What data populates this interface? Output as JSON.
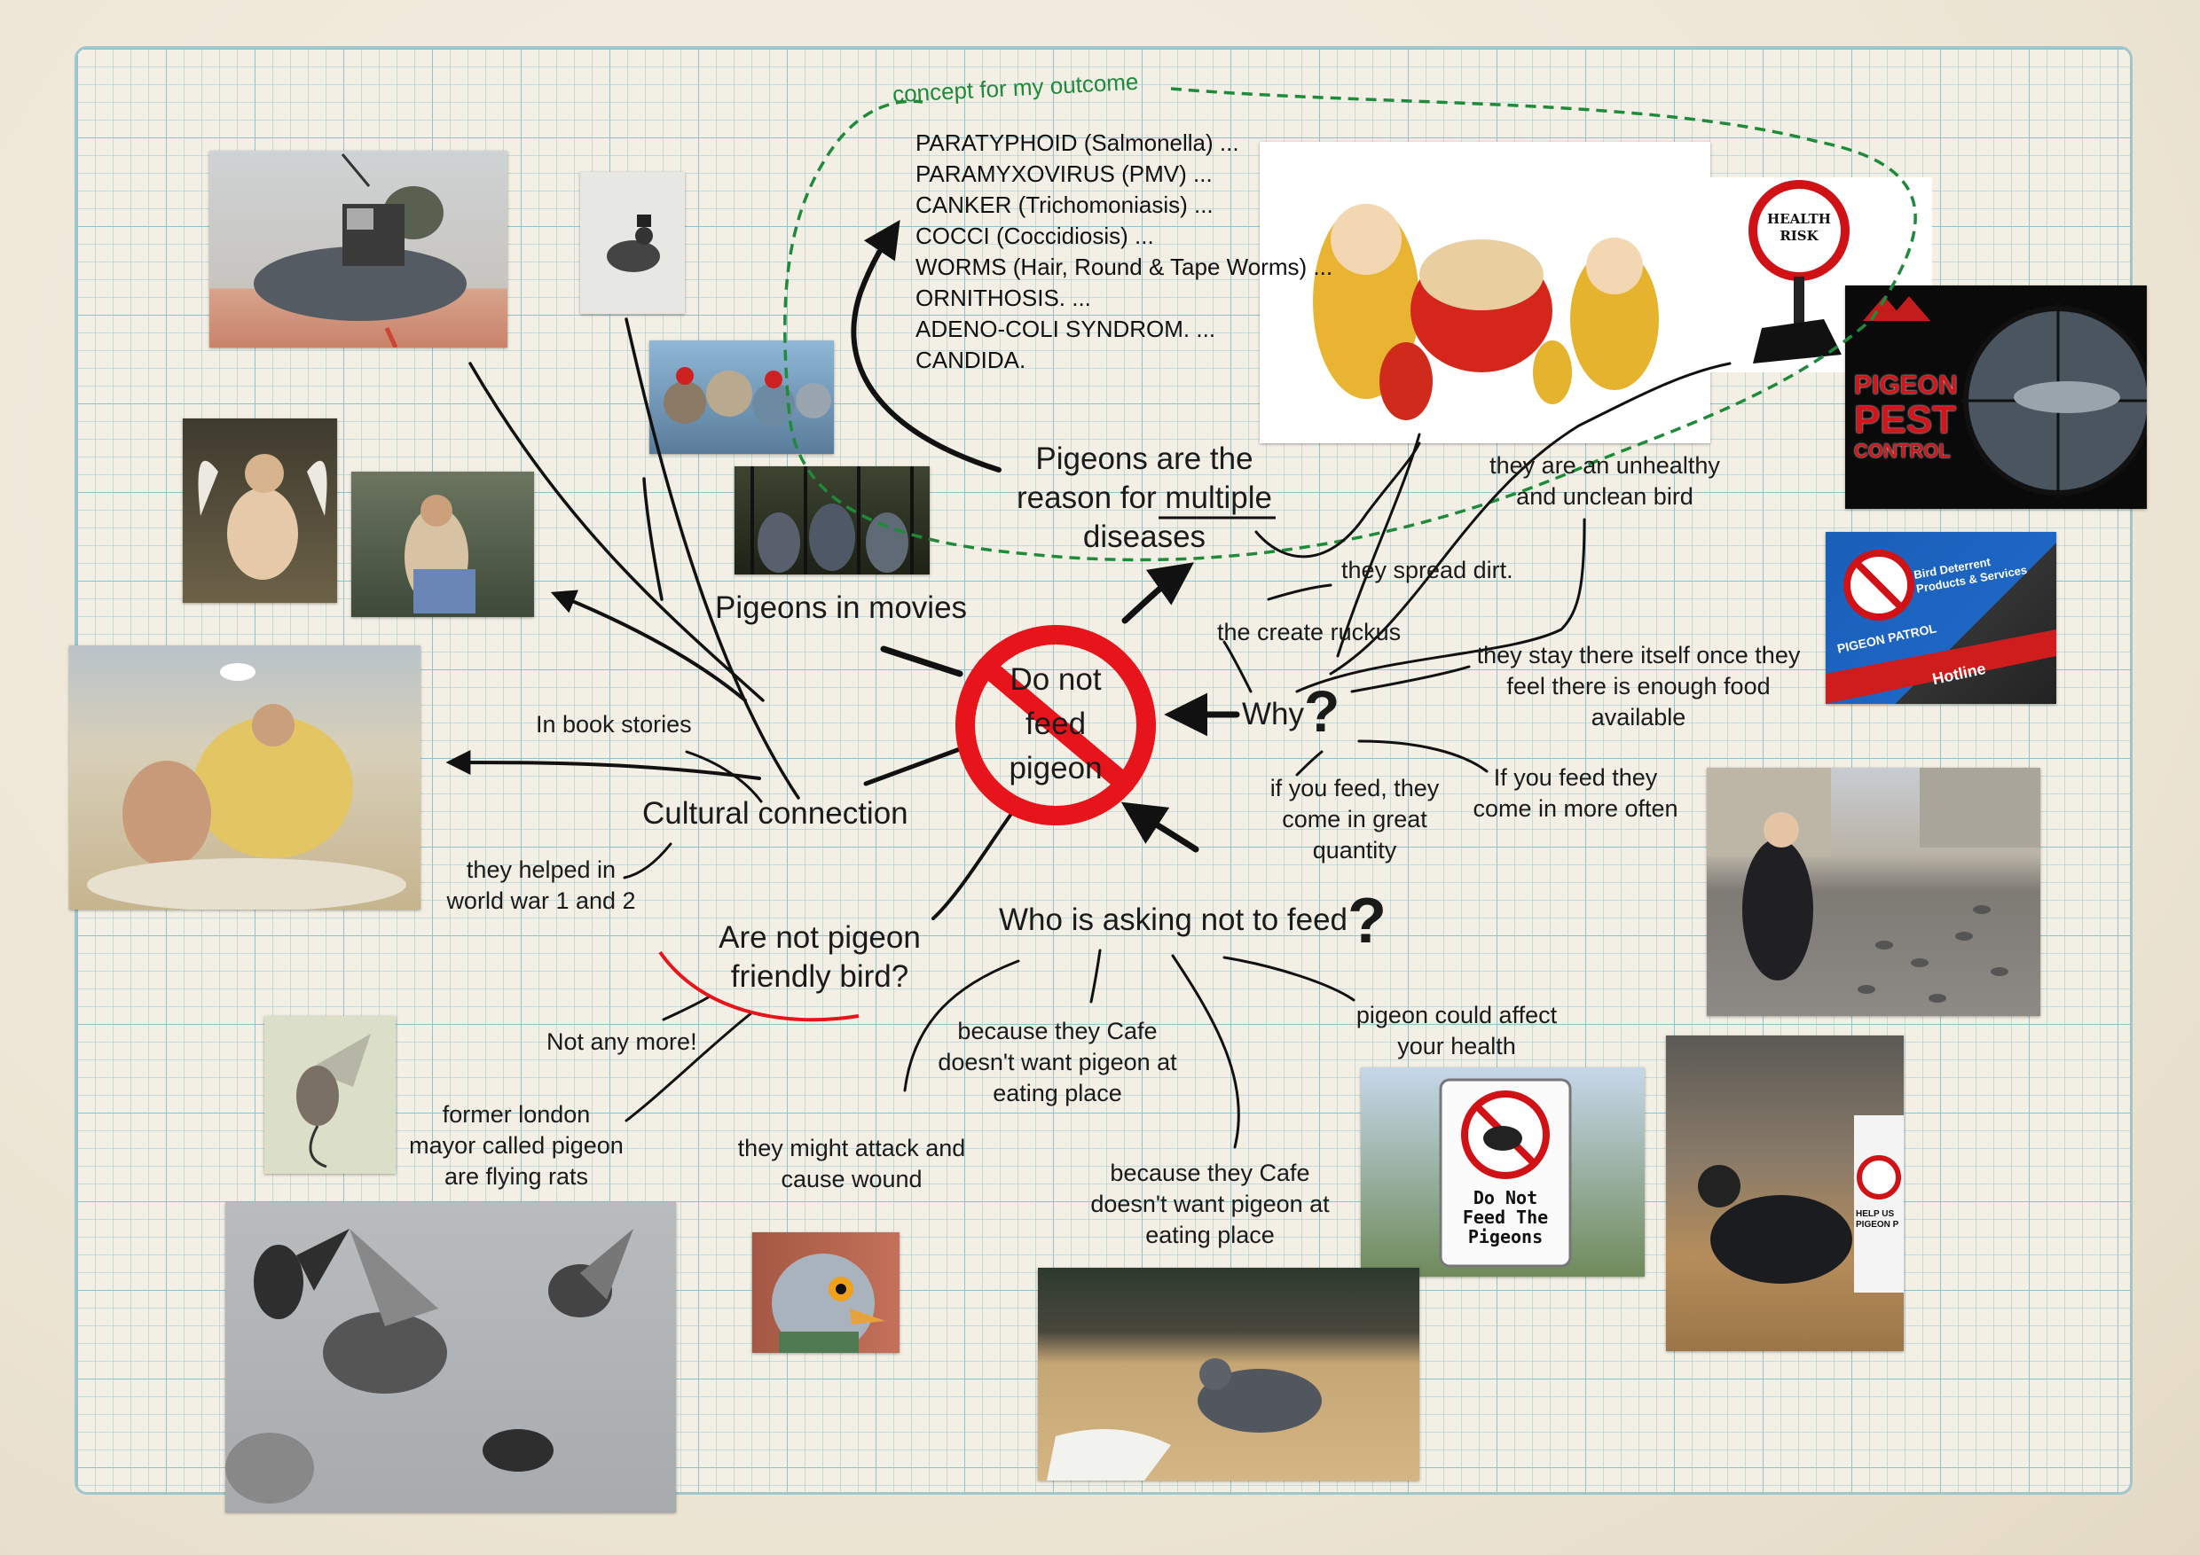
{
  "center": {
    "line1": "Do not",
    "line2": "feed",
    "line3": "pigeon"
  },
  "concept_note": "concept for my outcome",
  "disease_list": [
    "PARATYPHOID (Salmonella) ...",
    "PARAMYXOVIRUS (PMV) ...",
    "CANKER (Trichomoniasis) ...",
    "COCCI (Coccidiosis) ...",
    "WORMS (Hair, Round & Tape Worms) ...",
    "ORNITHOSIS. ...",
    "ADENO-COLI SYNDROM. ...",
    "CANDIDA."
  ],
  "diseases_heading": {
    "line1": "Pigeons are the",
    "line2": "reason for multiple",
    "line3": "diseases"
  },
  "why": {
    "label": "Why",
    "mark": "?"
  },
  "why_reasons": {
    "unhealthy": [
      "they are an unhealthy",
      "and unclean bird"
    ],
    "dirt": "they spread dirt.",
    "ruckus": "the create ruckus",
    "stay": [
      "they stay there itself once they",
      "feel there is enough food",
      "available"
    ],
    "quantity": [
      "if you feed, they",
      "come in great",
      "quantity"
    ],
    "often": [
      "If you feed they",
      "come in more often"
    ]
  },
  "who": {
    "label": "Who is asking not to feed",
    "mark": "?"
  },
  "who_reasons": {
    "cafe1": [
      "because they Cafe",
      "doesn't want pigeon at",
      "eating place"
    ],
    "attack": [
      "they might attack and",
      "cause wound"
    ],
    "cafe2": [
      "because they Cafe",
      "doesn't want pigeon at",
      "eating place"
    ],
    "health": [
      "pigeon could affect",
      "your health"
    ]
  },
  "friendly": {
    "line1": "Are not pigeon",
    "line2": "friendly bird?"
  },
  "friendly_reasons": {
    "not_any_more": "Not any more!",
    "mayor": [
      "former london",
      "mayor called pigeon",
      "are flying rats"
    ]
  },
  "cultural": {
    "label": "Cultural connection",
    "book": "In book stories",
    "war": [
      "they helped in",
      "world war 1 and 2"
    ]
  },
  "movies": "Pigeons in movies",
  "signs": {
    "health_risk": [
      "HEALTH",
      "RISK"
    ],
    "pest_control": [
      "PIGEON",
      "PEST",
      "CONTROL"
    ],
    "van_text": [
      "Bird Deterrent",
      "Products & Services",
      "PIGEON PATROL",
      "Hotline"
    ],
    "do_not_feed": [
      "Do Not",
      "Feed The",
      "Pigeons"
    ],
    "help_us": [
      "HELP US",
      "PIGEON P"
    ]
  },
  "colors": {
    "accent_red": "#e8141b",
    "dashed_green": "#1e8a3a",
    "ink": "#111111",
    "grid": "#8fc3cb"
  }
}
